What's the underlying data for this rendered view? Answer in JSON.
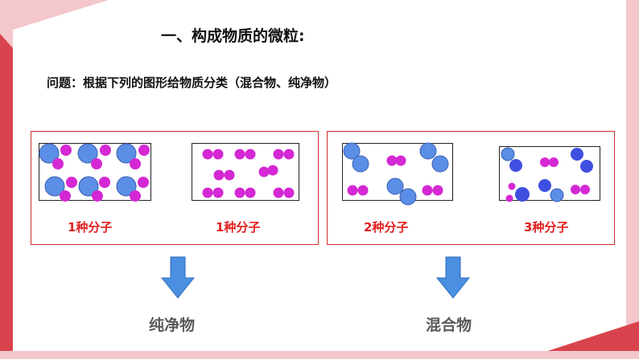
{
  "heading": "一、构成物质的微粒:",
  "question": "问题：根据下列的图形给物质分类（混合物、纯净物）",
  "samples": [
    {
      "caption": "1种分子"
    },
    {
      "caption": "1种分子"
    },
    {
      "caption": "2种分子"
    },
    {
      "caption": "3种分子"
    }
  ],
  "results": {
    "left": "纯净物",
    "right": "混合物"
  },
  "colors": {
    "accent_red": "#d9434d",
    "pale_pink": "#f3c7cc",
    "box_border": "#c9302c",
    "caption_red": "#e02020",
    "blue_ball": "#5b8ee6",
    "purple_ball": "#d428d4",
    "dark_blue_ball": "#3f4fe0",
    "arrow_blue": "#4a8fe0"
  }
}
